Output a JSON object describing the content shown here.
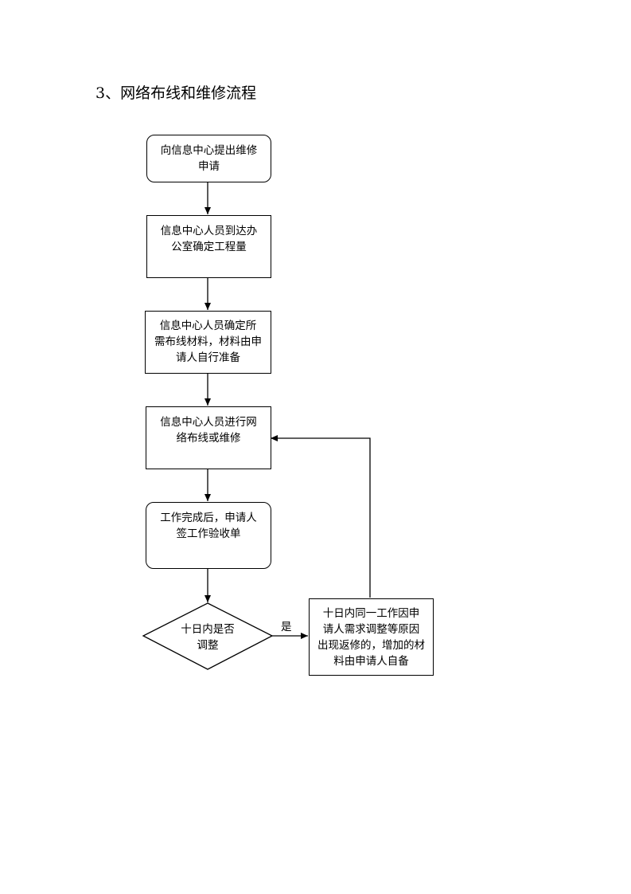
{
  "heading": "3、网络布线和维修流程",
  "steps": [
    {
      "lines": [
        "向信息中心提出维修",
        "申请"
      ]
    },
    {
      "lines": [
        "信息中心人员到达办",
        "公室确定工程量"
      ]
    },
    {
      "lines": [
        "信息中心人员确定所",
        "需布线材料，材料由申",
        "请人自行准备"
      ]
    },
    {
      "lines": [
        "信息中心人员进行网",
        "络布线或维修"
      ]
    },
    {
      "lines": [
        "工作完成后，申请人",
        "签工作验收单"
      ]
    }
  ],
  "decision": {
    "lines": [
      "十日内是否",
      "调整"
    ]
  },
  "yes_label": "是",
  "side_box": {
    "lines": [
      "十日内同一工作因申",
      "请人需求调整等原因",
      "出现返修的，增加的材",
      "料由申请人自备"
    ]
  }
}
